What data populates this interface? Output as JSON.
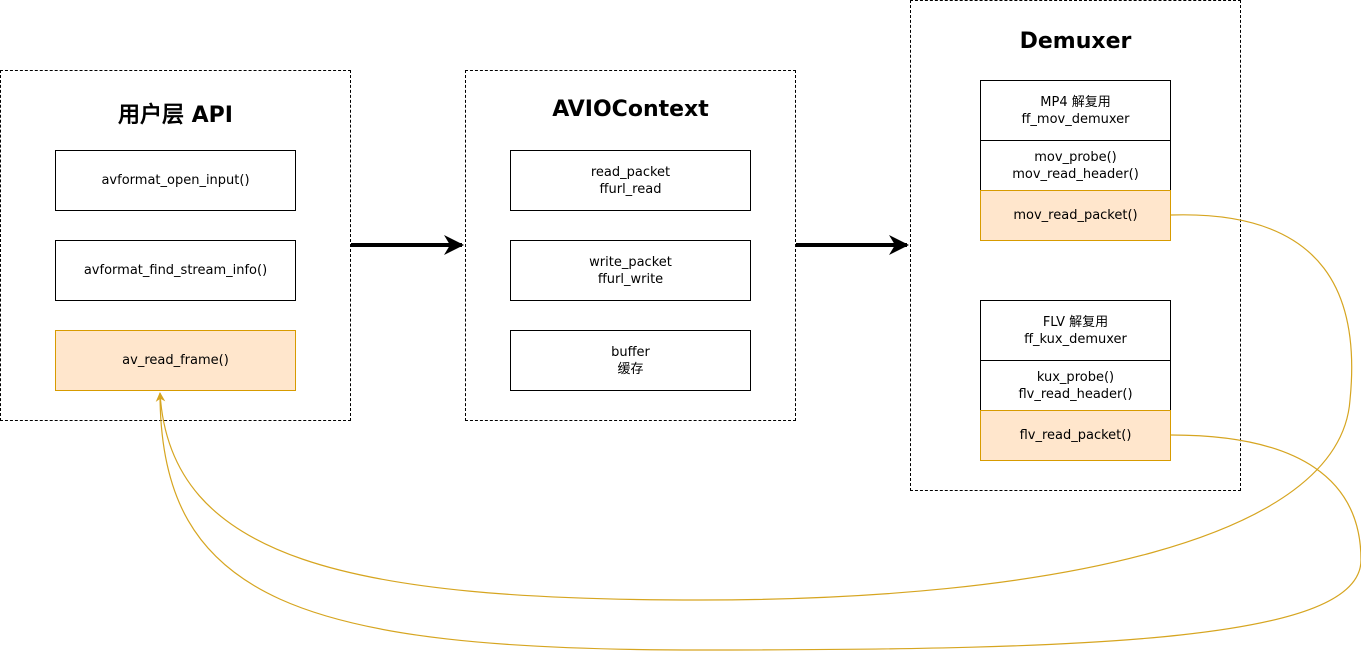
{
  "user_api": {
    "title": "用户层 API",
    "items": [
      "avformat_open_input()",
      "avformat_find_stream_info()",
      "av_read_frame()"
    ]
  },
  "avio": {
    "title": "AVIOContext",
    "items": [
      [
        "read_packet",
        "ffurl_read"
      ],
      [
        "write_packet",
        "ffurl_write"
      ],
      [
        "buffer",
        "缓存"
      ]
    ]
  },
  "demuxer": {
    "title": "Demuxer",
    "mp4": {
      "header": [
        "MP4 解复用",
        "ff_mov_demuxer"
      ],
      "probe": [
        "mov_probe()",
        "mov_read_header()"
      ],
      "read": "mov_read_packet()"
    },
    "flv": {
      "header": [
        "FLV 解复用",
        "ff_kux_demuxer"
      ],
      "probe": [
        "kux_probe()",
        "flv_read_header()"
      ],
      "read": "flv_read_packet()"
    }
  },
  "colors": {
    "highlight_fill": "#ffe6cc",
    "highlight_stroke": "#d79b00",
    "link_curve": "#d6a520"
  }
}
